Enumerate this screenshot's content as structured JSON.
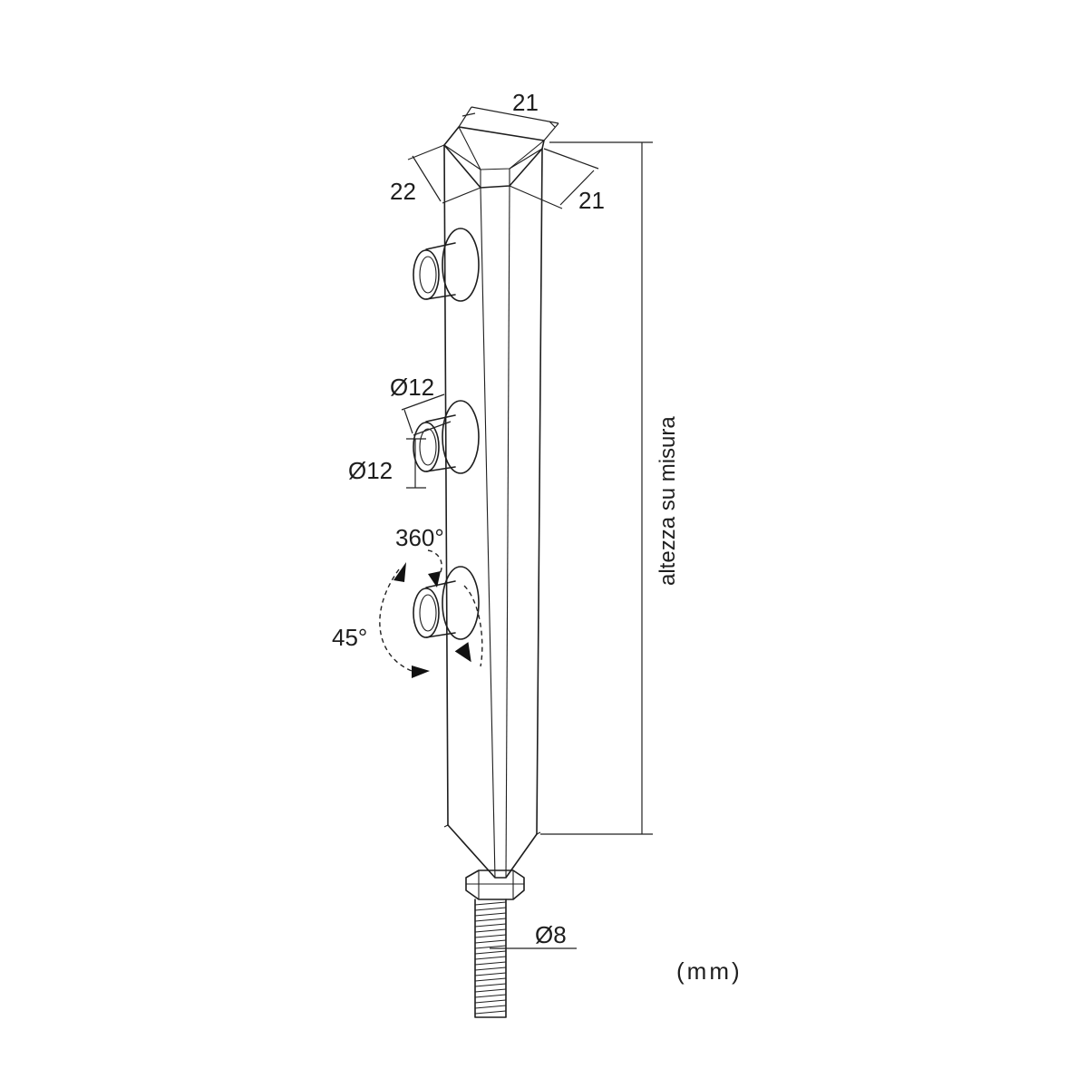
{
  "dimensions": {
    "top_width": "21",
    "top_depth": "22",
    "top_side": "21",
    "hole_diameter_a": "Ø12",
    "hole_diameter_b": "Ø12",
    "rotation_full": "360°",
    "rotation_tilt": "45°",
    "thread_diameter": "Ø8",
    "height": "altezza su misura"
  },
  "units": "(mm)",
  "colors": {
    "line": "#1e1e1e",
    "background": "#ffffff"
  }
}
